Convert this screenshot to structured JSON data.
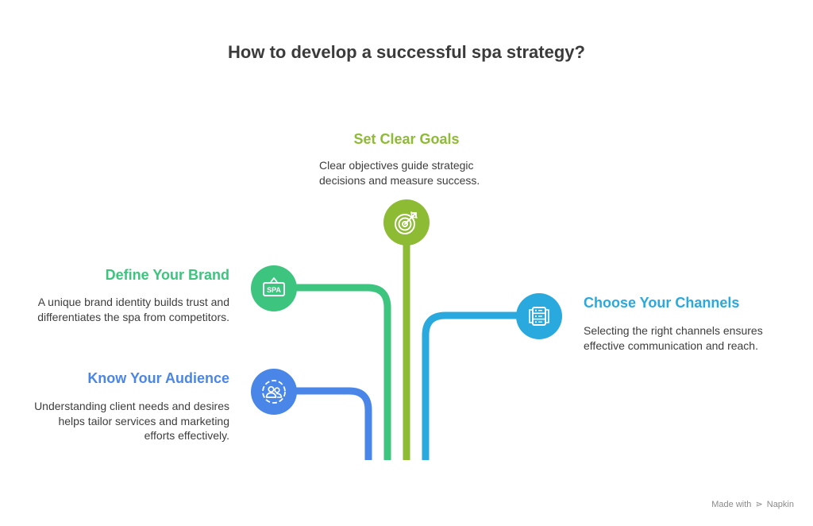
{
  "title": "How to develop a successful spa strategy?",
  "colors": {
    "goals": "#8dbb34",
    "brand": "#3dc47e",
    "channels": "#29a9dd",
    "audience": "#4a86e8",
    "title": "#3b3b3b"
  },
  "steps": {
    "goals": {
      "heading": "Set Clear Goals",
      "desc": "Clear objectives guide strategic decisions and measure success.",
      "icon": "target-icon"
    },
    "brand": {
      "heading": "Define Your Brand",
      "desc": "A unique brand identity builds trust and differentiates the spa from competitors.",
      "icon": "spa-sign-icon",
      "icon_text": "SPA"
    },
    "channels": {
      "heading": "Choose Your Channels",
      "desc": "Selecting the right channels ensures effective communication and reach.",
      "icon": "server-icon"
    },
    "audience": {
      "heading": "Know Your Audience",
      "desc": "Understanding client needs and desires helps tailor services and marketing efforts effectively.",
      "icon": "users-icon"
    }
  },
  "footer": {
    "made_with": "Made with",
    "brand": "Napkin"
  }
}
